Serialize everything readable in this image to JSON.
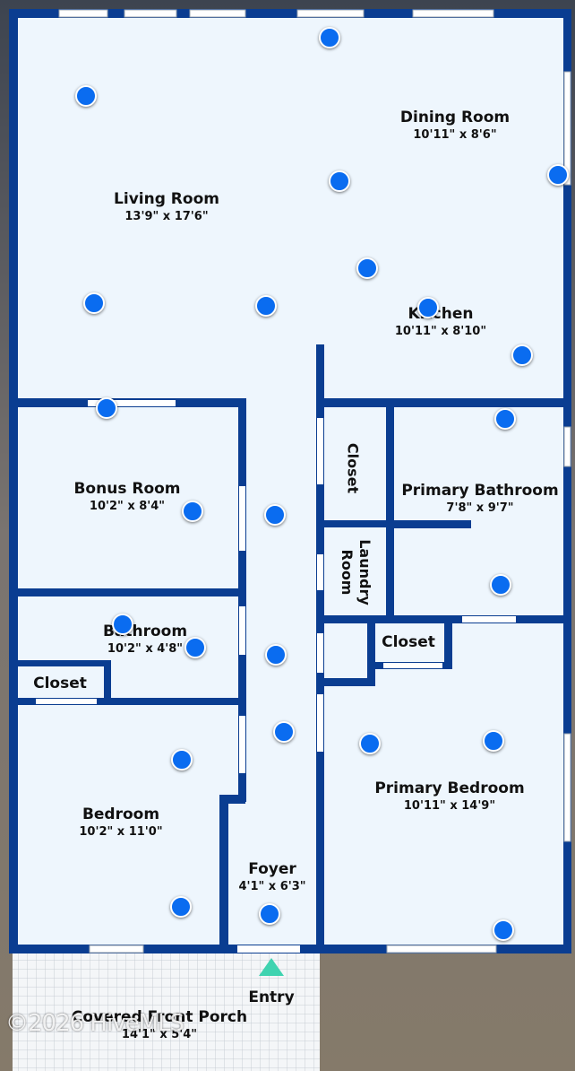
{
  "rooms": {
    "living": {
      "name": "Living Room",
      "dims": "13'9\" x 17'6\""
    },
    "dining": {
      "name": "Dining Room",
      "dims": "10'11\" x 8'6\""
    },
    "kitchen": {
      "name": "Kitchen",
      "dims": "10'11\" x 8'10\""
    },
    "bonus": {
      "name": "Bonus Room",
      "dims": "10'2\" x 8'4\""
    },
    "bathroom": {
      "name": "Bathroom",
      "dims": "10'2\" x 4'8\""
    },
    "closet_left": {
      "name": "Closet"
    },
    "bedroom": {
      "name": "Bedroom",
      "dims": "10'2\" x 11'0\""
    },
    "foyer": {
      "name": "Foyer",
      "dims": "4'1\" x 6'3\""
    },
    "closet_center": {
      "name": "Closet"
    },
    "laundry": {
      "name": "Laundry Room"
    },
    "primary_bath": {
      "name": "Primary Bathroom",
      "dims": "7'8\" x 9'7\""
    },
    "closet_primary": {
      "name": "Closet"
    },
    "primary_bed": {
      "name": "Primary Bedroom",
      "dims": "10'11\" x 14'9\""
    },
    "porch": {
      "name": "Covered Front Porch",
      "dims": "14'1\" x 5'4\""
    }
  },
  "entry": {
    "label": "Entry"
  },
  "watermark": "©2026 HiveMLS",
  "colors": {
    "wall": "#0a3d91",
    "floor": "#eef6fd",
    "dot": "#0a6cf0",
    "entry_marker": "#3fd3b0"
  }
}
